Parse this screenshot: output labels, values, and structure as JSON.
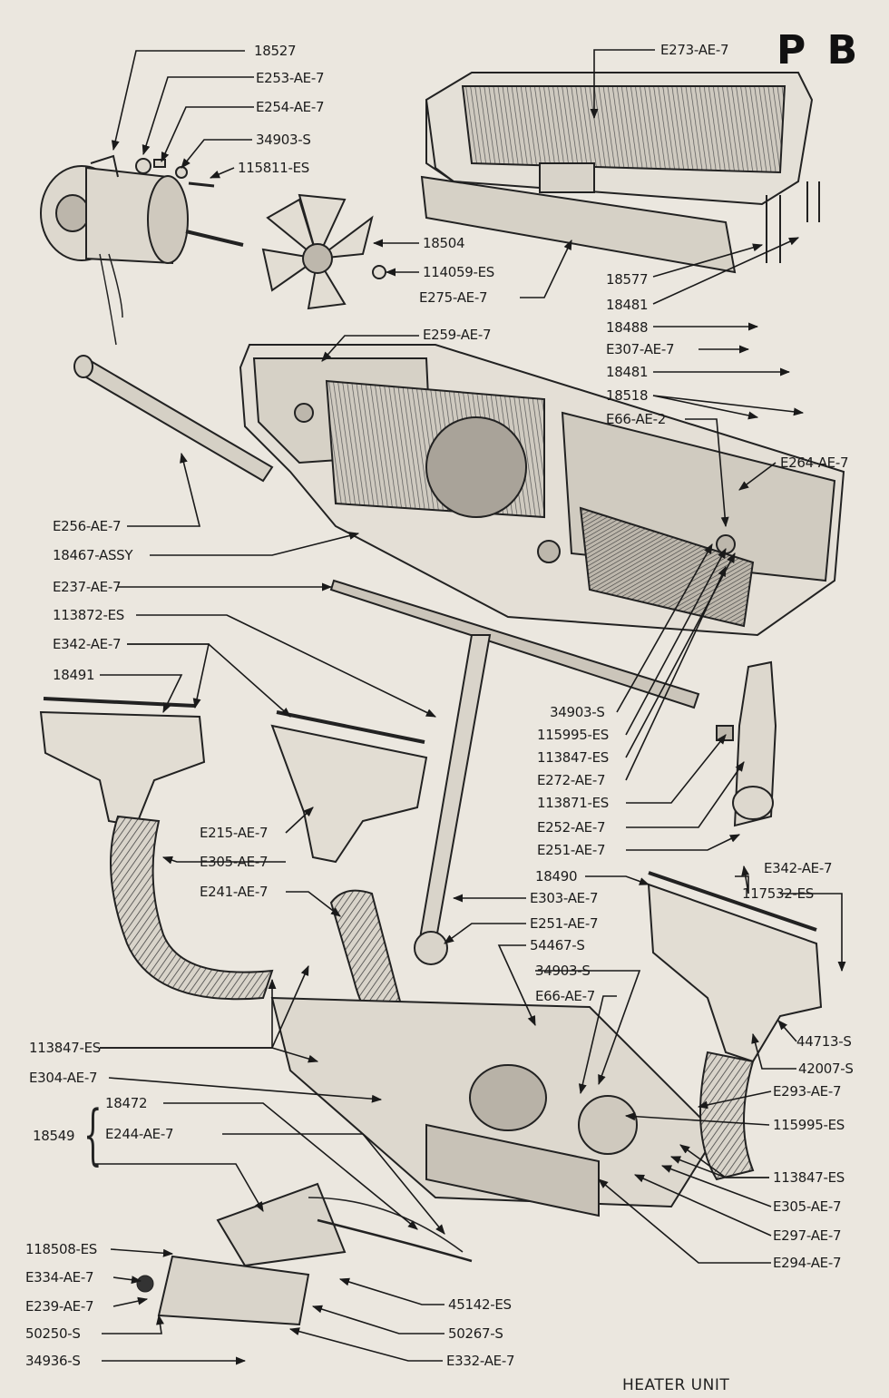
{
  "page_code": "P B",
  "footer_title": "HEATER UNIT",
  "group_label": "18549",
  "callouts": [
    {
      "id": "c01",
      "text": "18527"
    },
    {
      "id": "c02",
      "text": "E253-AE-7"
    },
    {
      "id": "c03",
      "text": "E254-AE-7"
    },
    {
      "id": "c04",
      "text": "34903-S"
    },
    {
      "id": "c05",
      "text": "115811-ES"
    },
    {
      "id": "c06",
      "text": "E273-AE-7"
    },
    {
      "id": "c07",
      "text": "18504"
    },
    {
      "id": "c08",
      "text": "114059-ES"
    },
    {
      "id": "c09",
      "text": "E275-AE-7"
    },
    {
      "id": "c10",
      "text": "18577"
    },
    {
      "id": "c11",
      "text": "18481"
    },
    {
      "id": "c12",
      "text": "18488"
    },
    {
      "id": "c13",
      "text": "E307-AE-7"
    },
    {
      "id": "c14",
      "text": "18481"
    },
    {
      "id": "c15",
      "text": "18518"
    },
    {
      "id": "c16",
      "text": "E66-AE-2"
    },
    {
      "id": "c17",
      "text": "E264-AE-7"
    },
    {
      "id": "c18",
      "text": "E259-AE-7"
    },
    {
      "id": "c19",
      "text": "E256-AE-7"
    },
    {
      "id": "c20",
      "text": "18467-ASSY"
    },
    {
      "id": "c21",
      "text": "E237-AE-7"
    },
    {
      "id": "c22",
      "text": "113872-ES"
    },
    {
      "id": "c23",
      "text": "E342-AE-7"
    },
    {
      "id": "c24",
      "text": "18491"
    },
    {
      "id": "c25",
      "text": "34903-S"
    },
    {
      "id": "c26",
      "text": "115995-ES"
    },
    {
      "id": "c27",
      "text": "113847-ES"
    },
    {
      "id": "c28",
      "text": "E272-AE-7"
    },
    {
      "id": "c29",
      "text": "113871-ES"
    },
    {
      "id": "c30",
      "text": "E252-AE-7"
    },
    {
      "id": "c31",
      "text": "E251-AE-7"
    },
    {
      "id": "c32",
      "text": "E215-AE-7"
    },
    {
      "id": "c33",
      "text": "E305-AE-7"
    },
    {
      "id": "c34",
      "text": "E241-AE-7"
    },
    {
      "id": "c35",
      "text": "18490"
    },
    {
      "id": "c36",
      "text": "E303-AE-7"
    },
    {
      "id": "c37",
      "text": "E251-AE-7"
    },
    {
      "id": "c38",
      "text": "54467-S"
    },
    {
      "id": "c39",
      "text": "34903-S"
    },
    {
      "id": "c40",
      "text": "E66-AE-7"
    },
    {
      "id": "c41",
      "text": "E342-AE-7"
    },
    {
      "id": "c42",
      "text": "117532-ES"
    },
    {
      "id": "c43",
      "text": "113847-ES"
    },
    {
      "id": "c44",
      "text": "E304-AE-7"
    },
    {
      "id": "c45",
      "text": "44713-S"
    },
    {
      "id": "c46",
      "text": "42007-S"
    },
    {
      "id": "c47",
      "text": "E293-AE-7"
    },
    {
      "id": "c48",
      "text": "18472"
    },
    {
      "id": "c49",
      "text": "E244-AE-7"
    },
    {
      "id": "c50",
      "text": "115995-ES"
    },
    {
      "id": "c51",
      "text": "113847-ES"
    },
    {
      "id": "c52",
      "text": "E305-AE-7"
    },
    {
      "id": "c53",
      "text": "E297-AE-7"
    },
    {
      "id": "c54",
      "text": "E294-AE-7"
    },
    {
      "id": "c55",
      "text": "118508-ES"
    },
    {
      "id": "c56",
      "text": "E334-AE-7"
    },
    {
      "id": "c57",
      "text": "E239-AE-7"
    },
    {
      "id": "c58",
      "text": "50250-S"
    },
    {
      "id": "c59",
      "text": "34936-S"
    },
    {
      "id": "c60",
      "text": "45142-ES"
    },
    {
      "id": "c61",
      "text": "50267-S"
    },
    {
      "id": "c62",
      "text": "E332-AE-7"
    }
  ]
}
